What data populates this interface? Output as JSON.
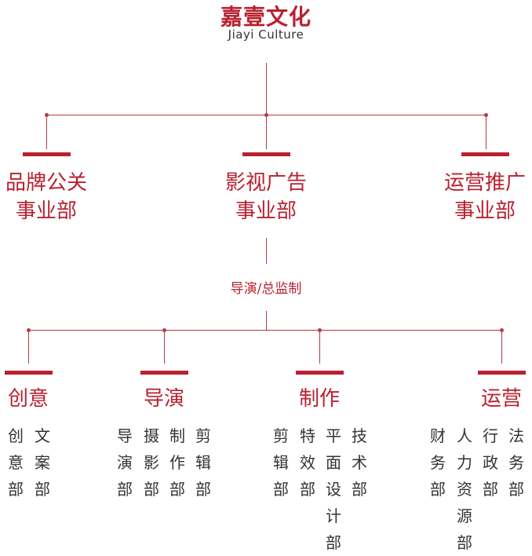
{
  "company": {
    "name": "嘉壹文化",
    "name_en": "Jiayi Culture"
  },
  "divisions": [
    {
      "label": "品牌公关\n事业部"
    },
    {
      "label": "影视广告\n事业部"
    },
    {
      "label": "运营推广\n事业部"
    }
  ],
  "supervision": "导演/总监制",
  "departments": [
    {
      "label": "创意",
      "subs": [
        "创意部",
        "文案部"
      ]
    },
    {
      "label": "导演",
      "subs": [
        "导演部",
        "摄影部",
        "制作部",
        "剪辑部"
      ]
    },
    {
      "label": "制作",
      "subs": [
        "剪辑部",
        "特效部",
        "平面设计部",
        "技术部"
      ]
    },
    {
      "label": "运营",
      "subs": [
        "财务部",
        "人力资源部",
        "行政部",
        "法务部"
      ]
    }
  ],
  "colors": {
    "accent": "#b9212f",
    "line": "#b13b44",
    "text": "#333333"
  }
}
